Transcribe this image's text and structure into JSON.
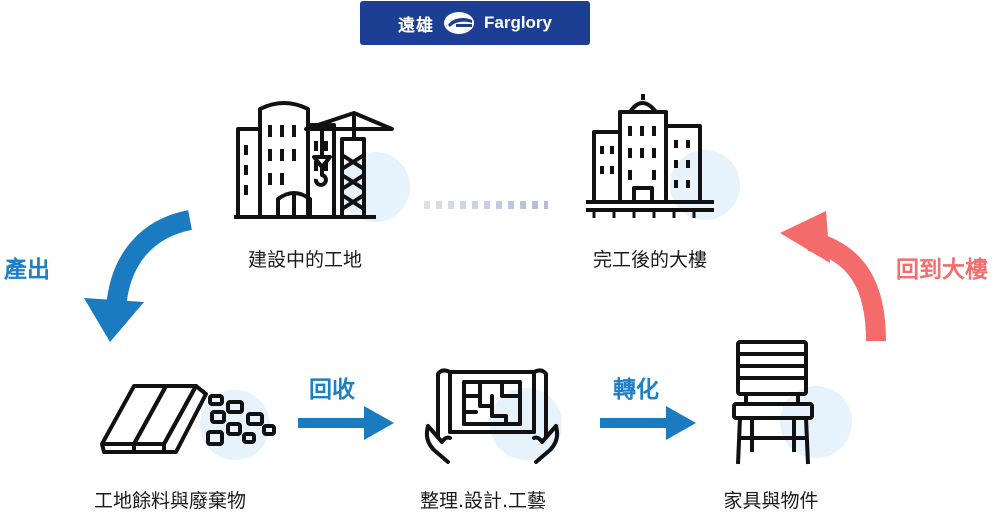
{
  "logo": {
    "chinese": "遠雄",
    "english": "Farglory"
  },
  "stages": {
    "construction": "建設中的工地",
    "building": "完工後的大樓",
    "waste": "工地餘料與廢棄物",
    "design": "整理.設計.工藝",
    "furniture": "家具與物件"
  },
  "actions": {
    "produce": "產出",
    "recycle": "回收",
    "transform": "轉化",
    "return": "回到大樓"
  },
  "colors": {
    "brand": "#1c3f94",
    "blue_arrow": "#1a7bc0",
    "red_arrow": "#f46b6b",
    "icon_circle": "#e6f2fc"
  }
}
